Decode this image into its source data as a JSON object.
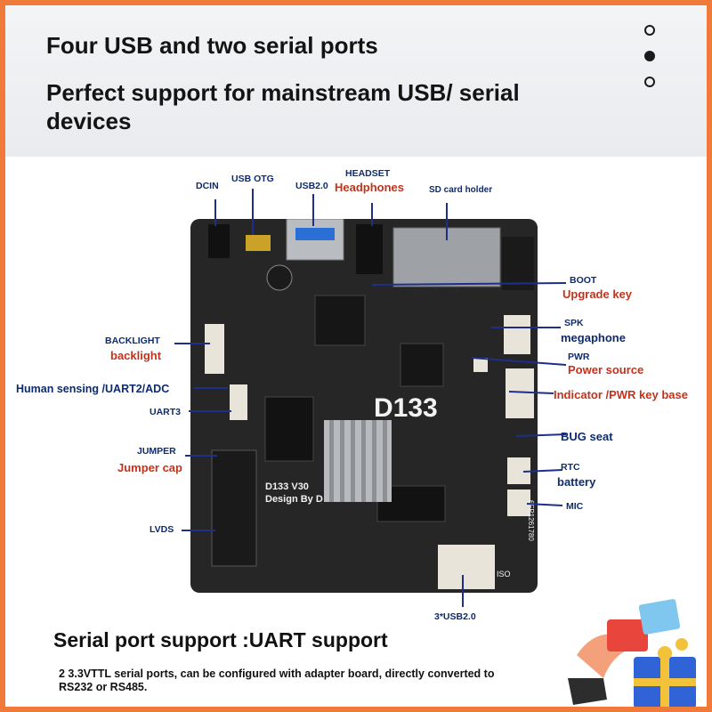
{
  "header": {
    "title": "Four USB and two serial ports",
    "subtitle": "Perfect support for mainstream USB/ serial devices"
  },
  "carousel": {
    "slides": 3,
    "active_index": 1
  },
  "board": {
    "silkscreen": "D133",
    "model_text": "D133 V30",
    "design_text": "Design By D",
    "side_code": "6FP1261780",
    "iso_text": "ISO"
  },
  "labels": {
    "dcin": "DCIN",
    "usb_otg": "USB OTG",
    "usb20": "USB2.0",
    "headset": "HEADSET",
    "headphones": "Headphones",
    "sd_card": "SD card holder",
    "boot": "BOOT",
    "upgrade_key": "Upgrade key",
    "spk": "SPK",
    "megaphone": "megaphone",
    "pwr": "PWR",
    "power_source": "Power source",
    "indicator": "Indicator /PWR key base",
    "bug_seat": "BUG seat",
    "rtc": "RTC",
    "battery": "battery",
    "mic": "MIC",
    "backlight_en": "BACKLIGHT",
    "backlight_cn": "backlight",
    "human_sensing": "Human sensing /UART2/ADC",
    "uart3": "UART3",
    "jumper": "JUMPER",
    "jumper_cap": "Jumper cap",
    "lvds": "LVDS",
    "usb_x3": "3*USB2.0"
  },
  "footer": {
    "title": "Serial port support :UART support",
    "text": "2 3.3VTTL serial ports, can be configured with adapter board, directly converted to RS232 or RS485."
  },
  "colors": {
    "accent_orange": "#f07a3a",
    "label_blue": "#0d2b6e",
    "label_red": "#c4321b",
    "board": "#262626",
    "lines": "#1d2f8a"
  }
}
